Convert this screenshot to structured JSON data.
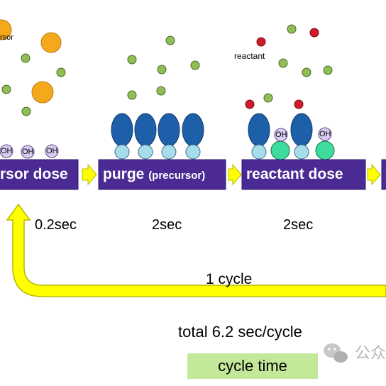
{
  "steps": [
    {
      "label": "rsor dose",
      "extra": ""
    },
    {
      "label": "purge",
      "extra": "(precursor)"
    },
    {
      "label": "reactant dose",
      "extra": ""
    }
  ],
  "durations": [
    "0.2sec",
    "2sec",
    "2sec"
  ],
  "labels": {
    "precursor_partial": "rsor",
    "reactant": "reactant",
    "oh": "OH",
    "one_cycle": "1 cycle",
    "total": "total  6.2 sec/cycle",
    "cycle_time": "cycle time",
    "watermark": "公众"
  },
  "colors": {
    "step_box": "#4b2a94",
    "arrow_fill": "#ffff00",
    "arrow_stroke": "#b8b800",
    "precursor_ball": "#f4a81b",
    "small_gas_ball": "#8fbd56",
    "reactant_ball": "#d01c28",
    "precursor_molecule": "#1d5fa8",
    "oh_ball": "#b8a6e0",
    "bond_ball": "#a7ddea",
    "reacted_ball": "#3ddc9c",
    "cycle_time_bg": "#c4e89a"
  }
}
